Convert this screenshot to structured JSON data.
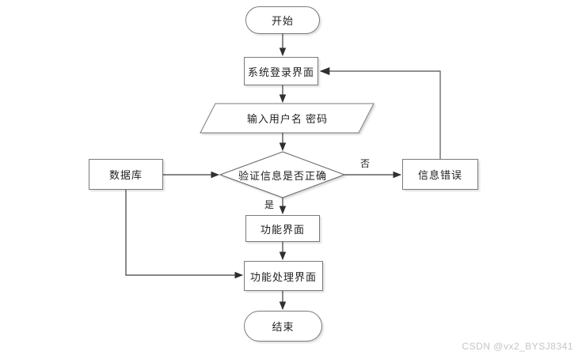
{
  "diagram": {
    "title_hint": "login-system-flowchart",
    "nodes": {
      "start": {
        "label": "开始"
      },
      "login": {
        "label": "系统登录界面"
      },
      "input": {
        "label": "输入用户名 密码"
      },
      "verify": {
        "label": "验证信息是否正确"
      },
      "database": {
        "label": "数据库"
      },
      "error": {
        "label": "信息错误"
      },
      "function": {
        "label": "功能界面"
      },
      "process": {
        "label": "功能处理界面"
      },
      "end": {
        "label": "结束"
      }
    },
    "edge_labels": {
      "yes": "是",
      "no": "否"
    },
    "colors": {
      "background": "#ffffff",
      "connector_line": "#3d3d3d",
      "loop_line": "#6b6b6b",
      "shape_border": "#7a7a7a",
      "text": "#1f1f1f",
      "watermark": "#c5c5c9"
    }
  },
  "watermark": {
    "text": "CSDN @vx2_BYSJ8341"
  }
}
